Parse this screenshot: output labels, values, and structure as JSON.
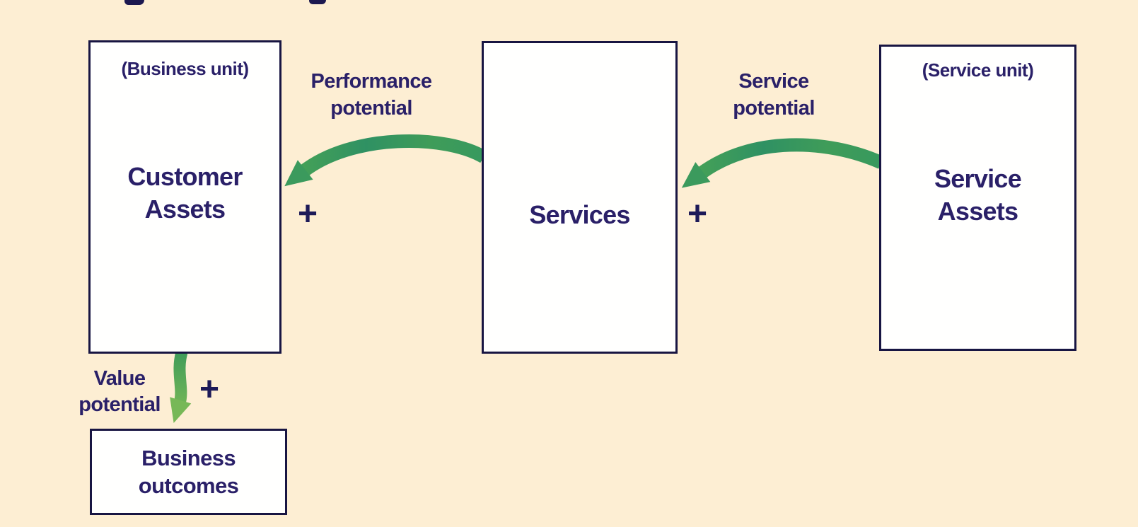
{
  "colors": {
    "background": "#fdeed3",
    "box_fill": "#fffffe",
    "box_border": "#181542",
    "text_navy": "#2a2068",
    "plus_sign_navy": "#1d1a58",
    "arrow_green": "#3b9a5d",
    "arrow_green_teal_mottle": "#2f9164",
    "value_arrow_green_light": "#6fb457"
  },
  "nodes": {
    "customer_assets": {
      "unit_label": "(Business unit)",
      "title": "Customer\nAssets"
    },
    "services": {
      "title": "Services"
    },
    "service_assets": {
      "unit_label": "(Service unit)",
      "title": "Service\nAssets"
    },
    "business_outcomes": {
      "title": "Business\noutcomes"
    }
  },
  "arrows": {
    "performance_potential": {
      "label": "Performance\npotential",
      "sign": "+",
      "from": "services",
      "to": "customer_assets"
    },
    "service_potential": {
      "label": "Service\npotential",
      "sign": "+",
      "from": "service_assets",
      "to": "services"
    },
    "value_potential": {
      "label": "Value\npotential",
      "sign": "+",
      "from": "customer_assets",
      "to": "business_outcomes"
    }
  }
}
